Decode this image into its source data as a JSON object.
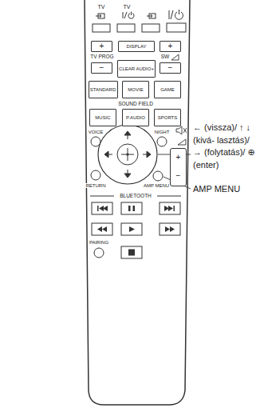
{
  "diagram": {
    "nodes": [
      {
        "text": [
          "+"
        ]
      },
      {
        "text": [
          "DISPLAY"
        ]
      },
      {
        "text": [
          "+"
        ]
      },
      {
        "text": [
          "−"
        ]
      },
      {
        "text": [
          "CLEAR AUDIO+"
        ]
      },
      {
        "text": [
          "−"
        ]
      },
      {
        "text": [
          "STANDARD"
        ]
      },
      {
        "text": [
          "MOVIE"
        ]
      },
      {
        "text": [
          "GAME"
        ]
      },
      {
        "text": [
          "MUSIC"
        ]
      },
      {
        "text": [
          "P.AUDIO"
        ]
      },
      {
        "text": [
          "SPORTS"
        ]
      },
      {
        "text": [
          "+",
          "−"
        ]
      }
    ],
    "labels": [
      "TV",
      "TV",
      "TV PROG",
      "SW",
      "SOUND FIELD",
      "VOICE",
      "NIGHT",
      "RETURN",
      "AMP MENU",
      "BLUETOOTH",
      "PAIRING",
      "← (vissza)/ ↑ ↓ (kivá- lasztás)/ → (folytatás)/ ⊕ (enter)",
      "AMP MENU"
    ]
  }
}
